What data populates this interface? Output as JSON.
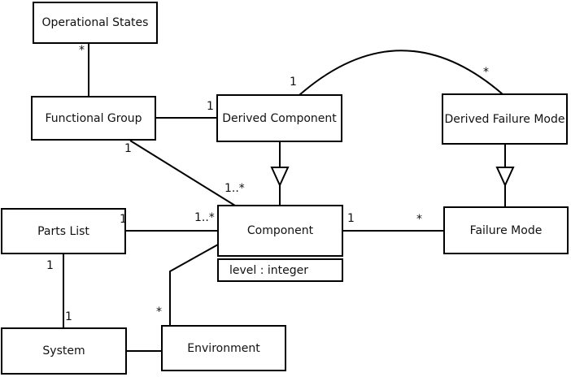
{
  "diagram": {
    "kind": "uml-class-diagram",
    "background_color": "#ffffff",
    "stroke_color": "#000000",
    "text_color": "#111111",
    "nodes": [
      {
        "id": "operational-states",
        "label": "Operational States"
      },
      {
        "id": "functional-group",
        "label": "Functional Group"
      },
      {
        "id": "derived-component",
        "label": "Derived Component"
      },
      {
        "id": "derived-failure-mode",
        "label": "Derived Failure Mode"
      },
      {
        "id": "parts-list",
        "label": "Parts List"
      },
      {
        "id": "component",
        "label": "Component",
        "attributes": [
          "level : integer"
        ]
      },
      {
        "id": "failure-mode",
        "label": "Failure Mode"
      },
      {
        "id": "system",
        "label": "System"
      },
      {
        "id": "environment",
        "label": "Environment"
      }
    ],
    "relationships": [
      {
        "from": "Operational States",
        "to": "Functional Group",
        "type": "association",
        "from_multiplicity": "*",
        "to_multiplicity": ""
      },
      {
        "from": "Functional Group",
        "to": "Derived Component",
        "type": "association",
        "from_multiplicity": "",
        "to_multiplicity": "1"
      },
      {
        "from": "Functional Group",
        "to": "Component",
        "type": "association",
        "from_multiplicity": "1",
        "to_multiplicity": "1..*"
      },
      {
        "from": "Derived Component",
        "to": "Derived Failure Mode",
        "type": "association",
        "from_multiplicity": "1",
        "to_multiplicity": "*"
      },
      {
        "from": "Derived Component",
        "to": "Component",
        "type": "generalization",
        "from_multiplicity": "",
        "to_multiplicity": ""
      },
      {
        "from": "Derived Failure Mode",
        "to": "Failure Mode",
        "type": "generalization",
        "from_multiplicity": "",
        "to_multiplicity": ""
      },
      {
        "from": "Parts List",
        "to": "Component",
        "type": "association",
        "from_multiplicity": "1",
        "to_multiplicity": "1..*"
      },
      {
        "from": "Component",
        "to": "Failure Mode",
        "type": "association",
        "from_multiplicity": "1",
        "to_multiplicity": "*"
      },
      {
        "from": "Parts List",
        "to": "System",
        "type": "association",
        "from_multiplicity": "1",
        "to_multiplicity": "1"
      },
      {
        "from": "Component",
        "to": "Environment",
        "type": "association",
        "from_multiplicity": "",
        "to_multiplicity": "*"
      },
      {
        "from": "System",
        "to": "Environment",
        "type": "association",
        "from_multiplicity": "",
        "to_multiplicity": ""
      }
    ],
    "labels": {
      "os_fg_star": "*",
      "fg_dc_one": "1",
      "fg_comp_one": "1",
      "fg_comp_many": "1..*",
      "dc_dfm_one": "1",
      "dc_dfm_star": "*",
      "pl_comp_one": "1",
      "pl_comp_many": "1..*",
      "comp_fm_one": "1",
      "comp_fm_star": "*",
      "pl_sys_top": "1",
      "pl_sys_bottom": "1",
      "comp_env_star": "*"
    }
  }
}
